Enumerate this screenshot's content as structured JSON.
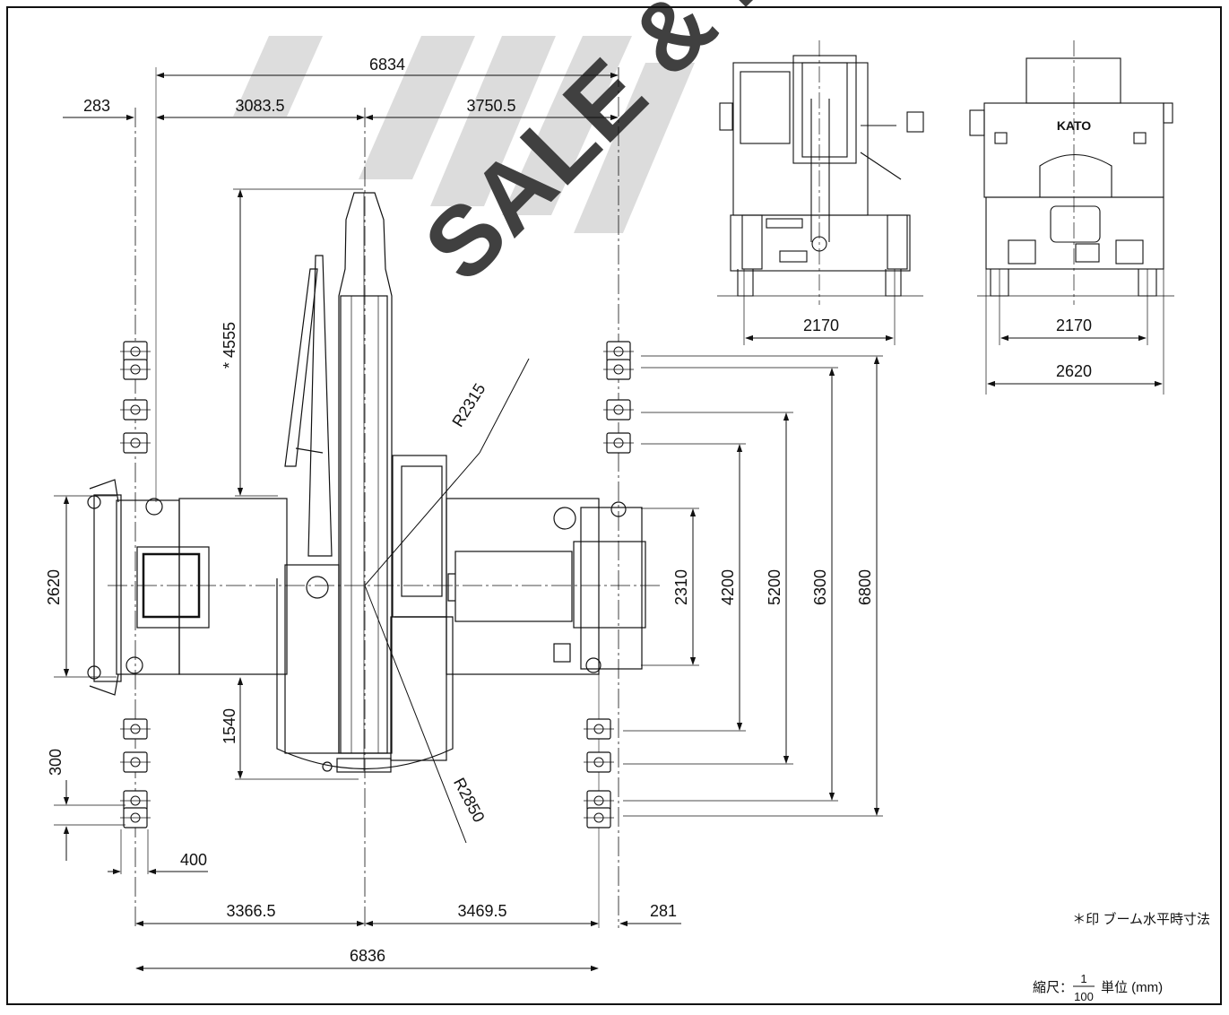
{
  "watermark": {
    "text": "SALE & RENTAL",
    "color": "#cfcfcf"
  },
  "colors": {
    "line": "#111111",
    "background": "#ffffff"
  },
  "top_view": {
    "dim_overall_top": "6834",
    "dim_left_offset_top": "283",
    "dim_left_top": "3083.5",
    "dim_right_top": "3750.5",
    "dim_boom_height": "* 4555",
    "dim_left_width": "2620",
    "dim_tail": "1540",
    "dim_step": "300",
    "dim_pad": "400",
    "dim_left_bottom": "3366.5",
    "dim_right_bottom": "3469.5",
    "dim_right_offset_bottom": "281",
    "dim_overall_bottom": "6836",
    "radius_front": "R2315",
    "radius_rear": "R2850",
    "dim_right_width": "2310",
    "outrigger_spans": [
      "4200",
      "5200",
      "6300",
      "6800"
    ]
  },
  "rear_view": {
    "dim_track": "2170"
  },
  "front_view": {
    "brand": "KATO",
    "dim_track": "2170",
    "dim_width": "2620"
  },
  "notes": {
    "asterisk": "＊印 ブーム水平時寸法",
    "scale_label": "縮尺：",
    "scale_num": "1",
    "scale_den": "100",
    "unit": "単位 (mm)"
  }
}
